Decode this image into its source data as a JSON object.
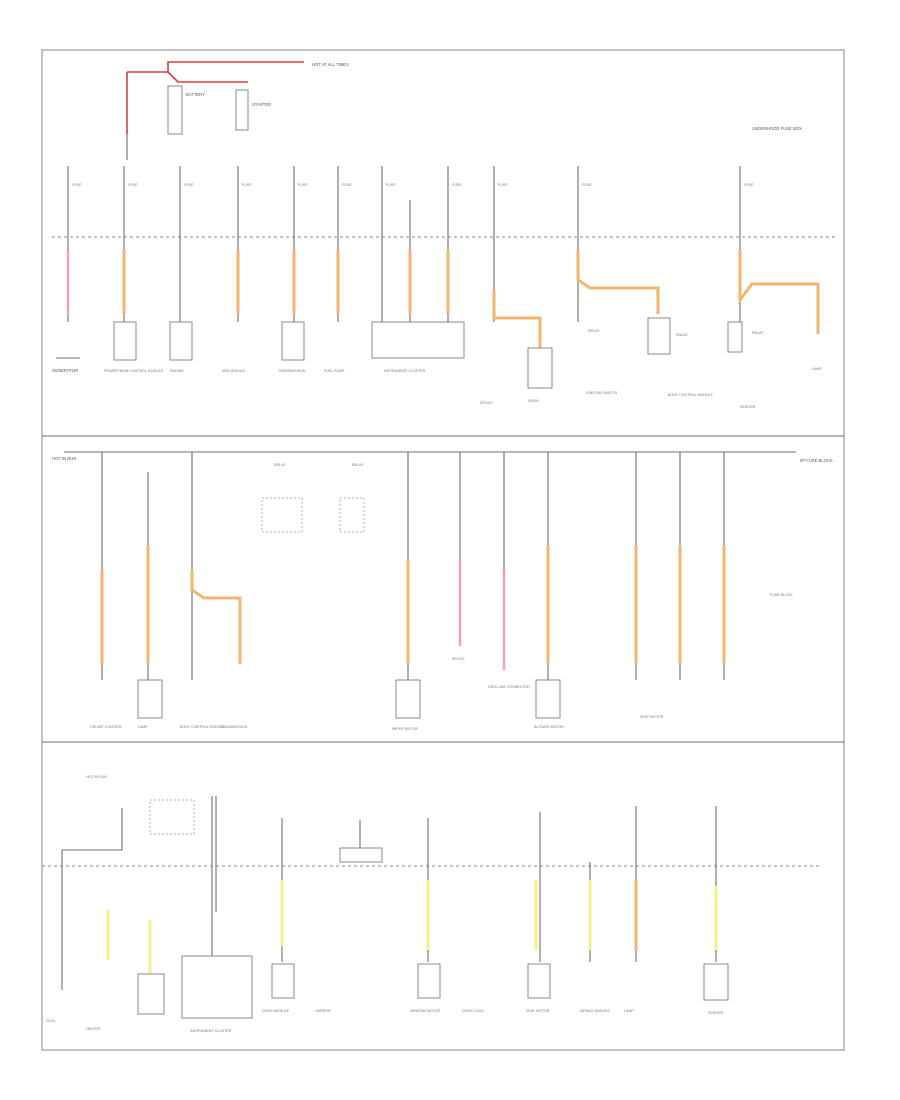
{
  "colors": {
    "orange": "#f4b36e",
    "pink": "#f2a0b5",
    "red": "#e23b3b",
    "yellow": "#f4f08a",
    "line": "#6f6f6f"
  },
  "labels": {
    "battery": "BATTERY",
    "starter": "STARTER",
    "generator": "GENERATOR",
    "splice": "SPLICE",
    "ground": "G100",
    "fuse_block": "FUSE BLOCK",
    "powertrain": "POWERTRAIN CONTROL MODULE",
    "abs": "ABS MODULE",
    "transmission": "TRANSMISSION",
    "ignition": "IGNITION SWITCH",
    "instrument": "INSTRUMENT CLUSTER",
    "relay": "RELAY",
    "horn": "HORN",
    "radio": "RADIO",
    "door_module": "DOOR MODULE",
    "seat": "SEAT MOTOR",
    "blower": "BLOWER MOTOR",
    "lamp": "LAMP",
    "cruise": "CRUISE CONTROL",
    "body_control": "BODY CONTROL MODULE",
    "engine": "ENGINE",
    "airbag": "AIRBAG MODULE",
    "fuel_pump": "FUEL PUMP",
    "wiper": "WIPER MOTOR",
    "mirror": "MIRROR",
    "window": "WINDOW MOTOR",
    "lock": "DOOR LOCK",
    "heater": "HEATER",
    "sensor": "SENSOR",
    "data_link": "DATA LINK CONNECTOR",
    "fuse": "FUSE",
    "hot_at_all_times": "HOT AT ALL TIMES",
    "hot_in_run": "HOT IN RUN",
    "under_hood": "UNDERHOOD FUSE BOX",
    "instrument_panel": "I/P FUSE BLOCK"
  }
}
